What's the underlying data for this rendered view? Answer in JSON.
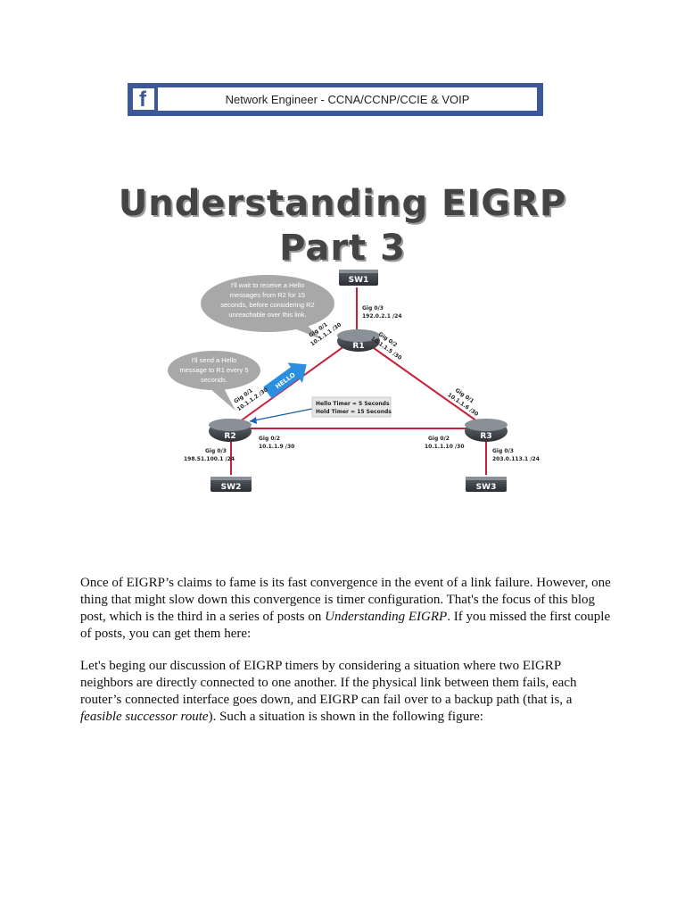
{
  "banner": {
    "text": "Network Engineer - CCNA/CCNP/CCIE & VOIP",
    "logo_letter": "f",
    "color": "#3b5998"
  },
  "title": {
    "line1": "Understanding EIGRP",
    "line2": "Part 3"
  },
  "diagram": {
    "sw1": "SW1",
    "sw2": "SW2",
    "sw3": "SW3",
    "r1": "R1",
    "r2": "R2",
    "r3": "R3",
    "bubble_top": [
      "I'll wait to receive a Hello",
      "messages from R2 for 15",
      "seconds, before considering R2",
      "unreachable over this link."
    ],
    "bubble_left": [
      "I'll send a Hello",
      "message to R1 every 5",
      "seconds."
    ],
    "hello_label": "HELLO",
    "timer_line1": "Hello Timer = 5 Seconds",
    "timer_line2": "Hold Timer = 15 Seconds",
    "r1_gig03": "Gig 0/3",
    "r1_gig03_ip": "192.0.2.1 /24",
    "r1_gig01": "Gig 0/1",
    "r1_gig01_ip": "10.1.1.1 /30",
    "r1_gig02": "Gig 0/2",
    "r1_gig02_ip": "10.1.1.5 /30",
    "r2_gig01": "Gig 0/1",
    "r2_gig01_ip": "10.1.1.2 /30",
    "r2_gig02": "Gig 0/2",
    "r2_gig02_ip": "10.1.1.9 /30",
    "r2_gig03": "Gig 0/3",
    "r2_gig03_ip": "198.51.100.1 /24",
    "r3_gig01": "Gig 0/1",
    "r3_gig01_ip": "10.1.1.6 /30",
    "r3_gig02": "Gig 0/2",
    "r3_gig02_ip": "10.1.1.10 /30",
    "r3_gig03": "Gig 0/3",
    "r3_gig03_ip": "203.0.113.1 /24"
  },
  "paragraph1": {
    "part1": "Once of EIGRP’s claims to fame is its fast convergence in the event of a link failure. However, one thing that might slow down this convergence is timer configuration. That's the focus of this blog post, which is the third in a series of posts on ",
    "italic": "Understanding EIGRP",
    "part2": ". If you missed the first couple of posts, you can get them here:"
  },
  "paragraph2": {
    "part1": "Let's beging our discussion of EIGRP timers by considering a situation where two EIGRP neighbors are directly connected to one another. If the physical link between them fails, each router’s connected interface goes down, and EIGRP can fail over to a backup path (that is, a ",
    "italic": "feasible successor route",
    "part2": "). Such a situation is shown in the following figure:"
  }
}
